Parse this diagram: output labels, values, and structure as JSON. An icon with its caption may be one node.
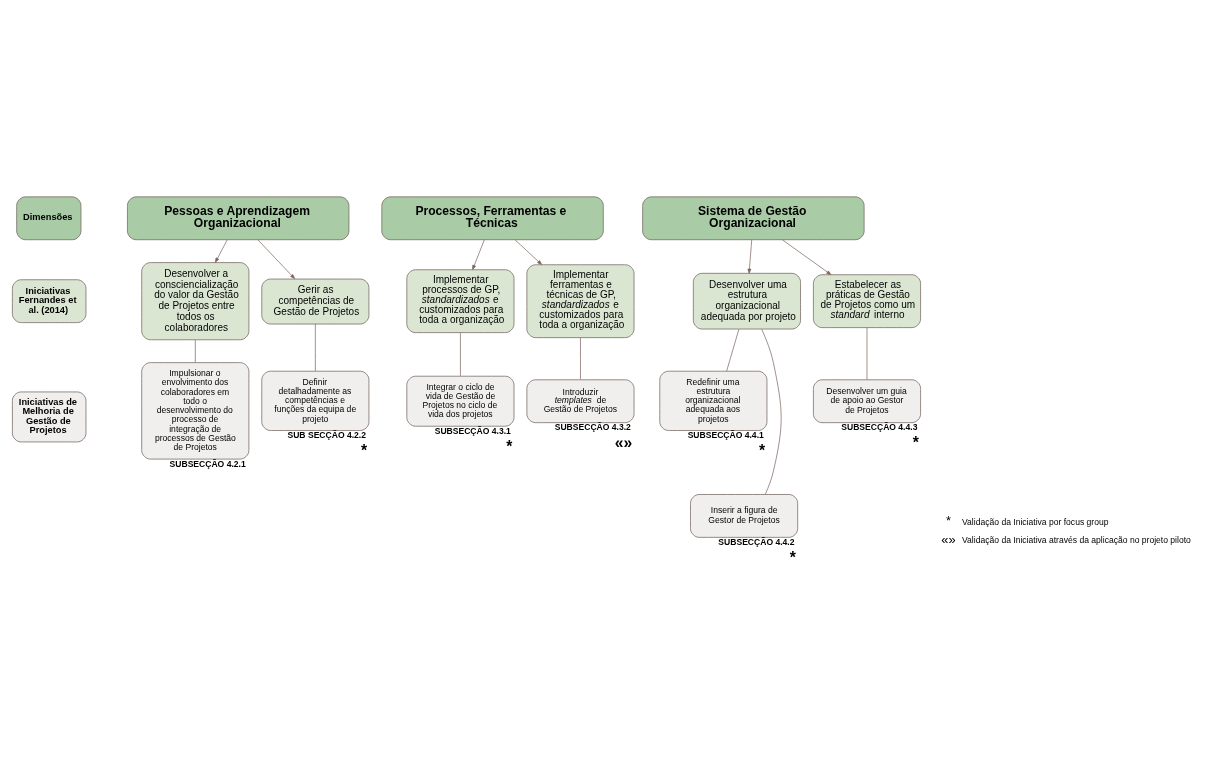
{
  "diagram": {
    "nodes": [
      {
        "text": [
          "Dimensões"
        ]
      },
      {
        "text": [
          "Iniciativas Fernandes et al. (2014)"
        ]
      },
      {
        "text": [
          "Iniciativas de Melhoria de Gestão de Projetos"
        ]
      },
      {
        "text": [
          "Pessoas e Aprendizagem Organizacional"
        ]
      },
      {
        "text": [
          "Processos, Ferramentas e Técnicas"
        ]
      },
      {
        "text": [
          "Sistema de Gestão Organizacional"
        ]
      },
      {
        "text": [
          "Desenvolver a consciencialização do valor da Gestão de Projetos entre todos os colaboradores"
        ]
      },
      {
        "text": [
          "Gerir as competências de Gestão de Projetos"
        ]
      },
      {
        "text": [
          "Implementar processos de GP, *standardizados* e customizados para toda a organização"
        ]
      },
      {
        "text": [
          "Implementar ferramentas e técnicas de GP, *standardizados* e customizados para toda a organização"
        ]
      },
      {
        "text": [
          "Desenvolver uma estrutura organizacional adequada por projeto"
        ]
      },
      {
        "text": [
          "Estabelecer as práticas de Gestão de Projetos como um *standard* interno"
        ]
      },
      {
        "text": [
          "Impulsionar o envolvimento dos colaboradores em todo o desenvolvimento do processo de integração de processos de Gestão de Projetos"
        ],
        "beside": [
          "SUBSECÇÃO 4.2.1"
        ]
      },
      {
        "text": [
          "Definir detalhadamente as competências e funções da equipa de projeto"
        ],
        "beside": [
          "SUB SECÇÃO 4.2.2",
          "*"
        ]
      },
      {
        "text": [
          "Integrar o ciclo de vida de Gestão de Projetos no ciclo de vida dos projetos"
        ],
        "beside": [
          "SUBSECÇÃO 4.3.1",
          "*"
        ]
      },
      {
        "text": [
          "Introduzir *templates* de Gestão de Projetos"
        ],
        "beside": [
          "SUBSECÇÃO 4.3.2",
          "«»"
        ]
      },
      {
        "text": [
          "Redefinir uma estrutura organizacional adequada aos projetos"
        ],
        "beside": [
          "SUBSECÇÃO 4.4.1",
          "*"
        ]
      },
      {
        "text": [
          "Inserir a figura de Gestor de Projetos"
        ],
        "beside": [
          "SUBSECÇÃO 4.4.2",
          "*"
        ]
      },
      {
        "text": [
          "Desenvolver um guia de apoio ao Gestor de Projetos"
        ],
        "beside": [
          "SUBSECÇÃO 4.4.3",
          "*"
        ]
      }
    ],
    "edges": [
      {
        "from": 3,
        "to": 6,
        "arrow": "to"
      },
      {
        "from": 3,
        "to": 7,
        "arrow": "to"
      },
      {
        "from": 4,
        "to": 8,
        "arrow": "to"
      },
      {
        "from": 4,
        "to": 9,
        "arrow": "to"
      },
      {
        "from": 5,
        "to": 10,
        "arrow": "to"
      },
      {
        "from": 5,
        "to": 11,
        "arrow": "to"
      },
      {
        "from": 6,
        "to": 12,
        "arrow": "none"
      },
      {
        "from": 7,
        "to": 13,
        "arrow": "none"
      },
      {
        "from": 8,
        "to": 14,
        "arrow": "none"
      },
      {
        "from": 9,
        "to": 15,
        "arrow": "none"
      },
      {
        "from": 10,
        "to": 16,
        "arrow": "none"
      },
      {
        "from": 10,
        "to": 17,
        "arrow": "none"
      },
      {
        "from": 11,
        "to": 18,
        "arrow": "none"
      }
    ],
    "labels": [
      "*",
      "«»"
    ],
    "legend": [
      {
        "text": "Validação da Iniciativa por focus group"
      },
      {
        "text": "Validação da Iniciativa através da aplicação no projeto piloto"
      }
    ]
  }
}
